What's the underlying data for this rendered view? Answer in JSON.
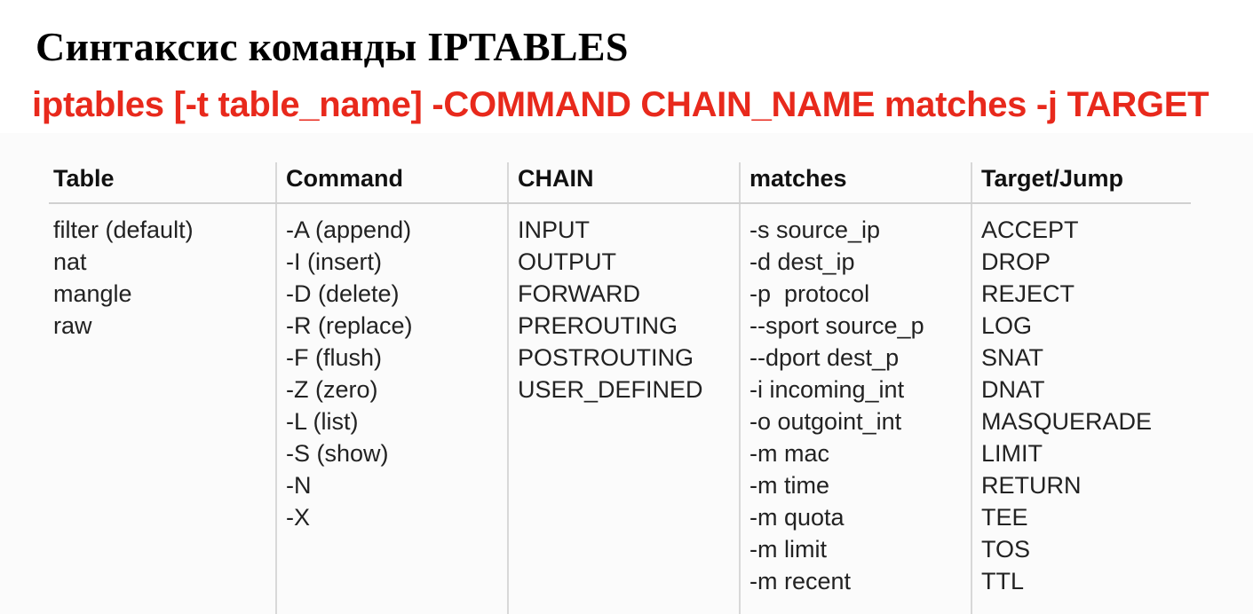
{
  "title": "Синтаксис команды IPTABLES",
  "syntax": "iptables [-t table_name] -COMMAND CHAIN_NAME matches -j TARGET",
  "accent_color": "#e8291c",
  "columns": [
    {
      "header": "Table",
      "items": [
        "filter (default)",
        "nat",
        "mangle",
        "raw"
      ]
    },
    {
      "header": "Command",
      "items": [
        "-A (append)",
        "-I (insert)",
        "-D (delete)",
        "-R (replace)",
        "-F (flush)",
        "-Z (zero)",
        "-L (list)",
        "-S (show)",
        "-N",
        "-X"
      ]
    },
    {
      "header": "CHAIN",
      "items": [
        "INPUT",
        "OUTPUT",
        "FORWARD",
        "PREROUTING",
        "POSTROUTING",
        "USER_DEFINED"
      ]
    },
    {
      "header": "matches",
      "items": [
        "-s source_ip",
        "-d dest_ip",
        "-p  protocol",
        "--sport source_p",
        "--dport dest_p",
        "-i incoming_int",
        "-o outgoint_int",
        "-m mac",
        "-m time",
        "-m quota",
        "-m limit",
        "-m recent"
      ]
    },
    {
      "header": "Target/Jump",
      "items": [
        "ACCEPT",
        "DROP",
        "REJECT",
        "LOG",
        "SNAT",
        "DNAT",
        "MASQUERADE",
        "LIMIT",
        "RETURN",
        "TEE",
        "TOS",
        "TTL"
      ]
    }
  ]
}
